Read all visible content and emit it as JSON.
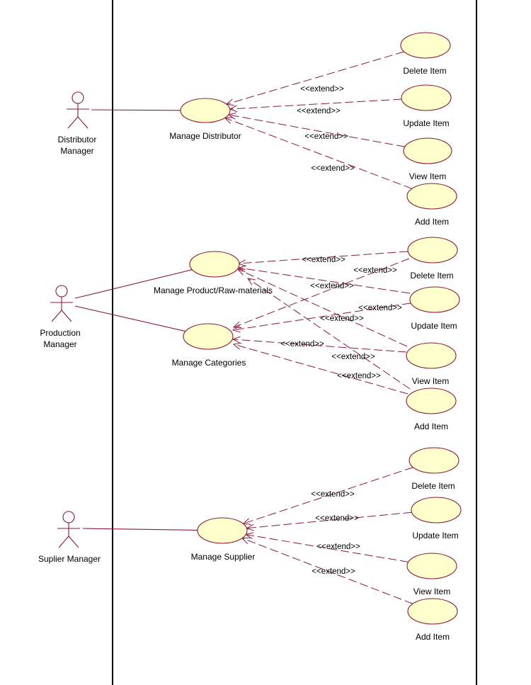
{
  "colors": {
    "line": "#8b1a3a",
    "usecase_fill": "#ffffcc",
    "boundary": "#000000",
    "background": "#ffffff"
  },
  "actors": [
    {
      "id": "distributor_manager",
      "lines": [
        "Distributor",
        "Manager"
      ]
    },
    {
      "id": "production_manager",
      "lines": [
        "Production",
        "Manager"
      ]
    },
    {
      "id": "suplier_manager",
      "lines": [
        "Suplier Manager"
      ]
    }
  ],
  "use_cases": [
    {
      "id": "manage_distributor",
      "label": "Manage Distributor"
    },
    {
      "id": "dist_delete",
      "label": "Delete Item"
    },
    {
      "id": "dist_update",
      "label": "Update Item"
    },
    {
      "id": "dist_view",
      "label": "View Item"
    },
    {
      "id": "dist_add",
      "label": "Add Item"
    },
    {
      "id": "manage_product",
      "label": "Manage Product/Raw-materials"
    },
    {
      "id": "manage_categories",
      "label": "Manage Categories"
    },
    {
      "id": "prod_delete",
      "label": "Delete Item"
    },
    {
      "id": "prod_update",
      "label": "Update Item"
    },
    {
      "id": "prod_view",
      "label": "View Item"
    },
    {
      "id": "prod_add",
      "label": "Add Item"
    },
    {
      "id": "manage_supplier",
      "label": "Manage Supplier"
    },
    {
      "id": "sup_delete",
      "label": "Delete Item"
    },
    {
      "id": "sup_update",
      "label": "Update Item"
    },
    {
      "id": "sup_view",
      "label": "View Item"
    },
    {
      "id": "sup_add",
      "label": "Add Item"
    }
  ],
  "associations": [
    {
      "actor": "distributor_manager",
      "use_case": "manage_distributor"
    },
    {
      "actor": "production_manager",
      "use_case": "manage_product"
    },
    {
      "actor": "production_manager",
      "use_case": "manage_categories"
    },
    {
      "actor": "suplier_manager",
      "use_case": "manage_supplier"
    }
  ],
  "extends": [
    {
      "from": "dist_delete",
      "to": "manage_distributor",
      "label": "<<extend>>"
    },
    {
      "from": "dist_update",
      "to": "manage_distributor",
      "label": "<<extend>>"
    },
    {
      "from": "dist_view",
      "to": "manage_distributor",
      "label": "<<extend>>"
    },
    {
      "from": "dist_add",
      "to": "manage_distributor",
      "label": "<<extend>>"
    },
    {
      "from": "prod_delete",
      "to": "manage_product",
      "label": "<<extend>>"
    },
    {
      "from": "prod_delete",
      "to": "manage_categories",
      "label": "<<extend>>"
    },
    {
      "from": "prod_update",
      "to": "manage_product",
      "label": "<<extend>>"
    },
    {
      "from": "prod_update",
      "to": "manage_categories",
      "label": "<<extend>>"
    },
    {
      "from": "prod_view",
      "to": "manage_product",
      "label": "<<extend>>"
    },
    {
      "from": "prod_view",
      "to": "manage_categories",
      "label": "<<extend>>"
    },
    {
      "from": "prod_add",
      "to": "manage_product",
      "label": "<<extend>>"
    },
    {
      "from": "prod_add",
      "to": "manage_categories",
      "label": "<<extend>>"
    },
    {
      "from": "sup_delete",
      "to": "manage_supplier",
      "label": "<<extend>>"
    },
    {
      "from": "sup_update",
      "to": "manage_supplier",
      "label": "<<extend>>"
    },
    {
      "from": "sup_view",
      "to": "manage_supplier",
      "label": "<<extend>>"
    },
    {
      "from": "sup_add",
      "to": "manage_supplier",
      "label": "<<extend>>"
    }
  ]
}
